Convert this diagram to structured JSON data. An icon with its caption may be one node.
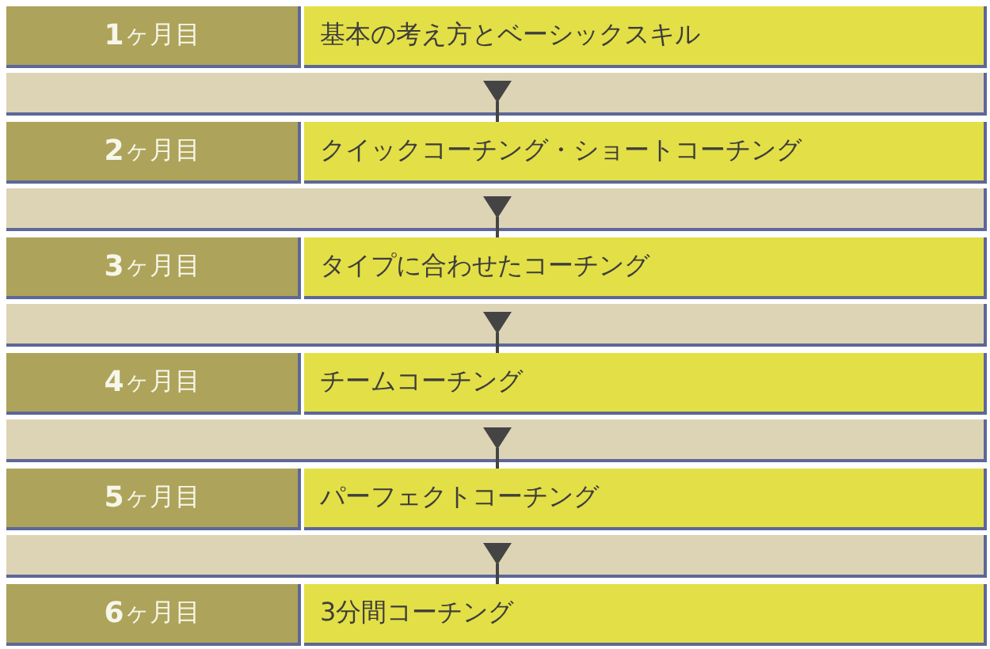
{
  "diagram": {
    "nodes": [
      {
        "text": [
          "**1**ヶ月目"
        ]
      },
      {
        "text": [
          "基本の考え方とベーシックスキル"
        ]
      },
      {
        "text": [
          "**2**ヶ月目"
        ]
      },
      {
        "text": [
          "クイックコーチング・ショートコーチング"
        ]
      },
      {
        "text": [
          "**3**ヶ月目"
        ]
      },
      {
        "text": [
          "タイプに合わせたコーチング"
        ]
      },
      {
        "text": [
          "**4**ヶ月目"
        ]
      },
      {
        "text": [
          "チームコーチング"
        ]
      },
      {
        "text": [
          "**5**ヶ月目"
        ]
      },
      {
        "text": [
          "パーフェクトコーチング"
        ]
      },
      {
        "text": [
          "**6**ヶ月目"
        ]
      },
      {
        "text": [
          "3分間コーチング"
        ]
      }
    ],
    "edges": [
      {
        "from": 1,
        "to": 3,
        "arrow": "to"
      },
      {
        "from": 3,
        "to": 5,
        "arrow": "to"
      },
      {
        "from": 5,
        "to": 7,
        "arrow": "to"
      },
      {
        "from": 7,
        "to": 9,
        "arrow": "to"
      },
      {
        "from": 9,
        "to": 11,
        "arrow": "to"
      }
    ]
  }
}
